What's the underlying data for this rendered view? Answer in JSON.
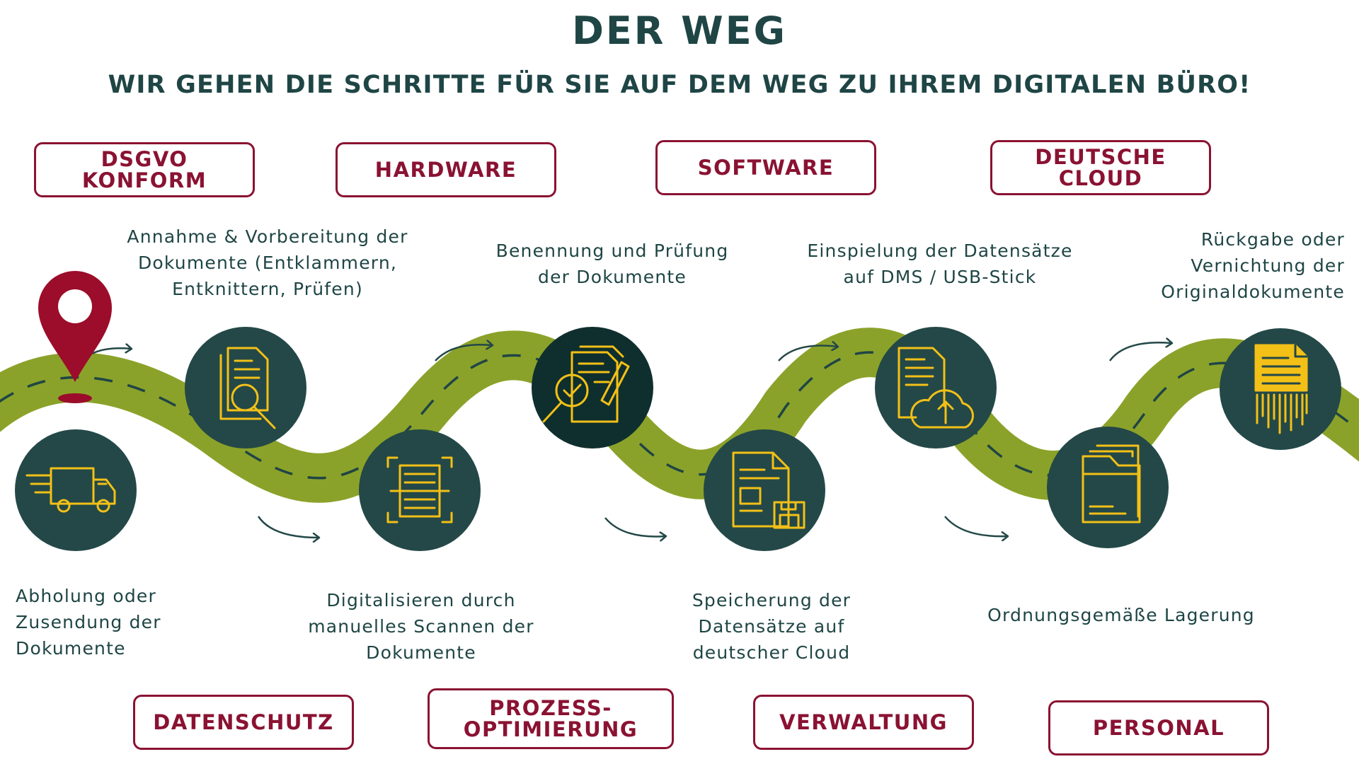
{
  "title": "DER WEG",
  "subtitle": "WIR GEHEN DIE SCHRITTE FÜR SIE AUF DEM WEG ZU IHREM DIGITALEN BÜRO!",
  "colors": {
    "road": "#8ba22a",
    "circle": "#234847",
    "icon": "#f3c017",
    "pin": "#9b0d2a",
    "tag_border": "#8a1232",
    "text": "#1f4545"
  },
  "top_tags": [
    "DSGVO KONFORM",
    "HARDWARE",
    "SOFTWARE",
    "DEUTSCHE CLOUD"
  ],
  "bottom_tags": [
    "DATENSCHUTZ",
    "PROZESS-\nOPTIMIERUNG",
    "VERWALTUNG",
    "PERSONAL"
  ],
  "steps": [
    {
      "text": "Abholung oder\nZusendung der\nDokumente",
      "icon": "truck-icon"
    },
    {
      "text": "Annahme & Vorbereitung der\nDokumente (Entklammern,\nEntknittern, Prüfen)",
      "icon": "document-search-icon"
    },
    {
      "text": "Digitalisieren durch\nmanuelles Scannen der\nDokumente",
      "icon": "scan-icon"
    },
    {
      "text": "Benennung und Prüfung\nder Dokumente",
      "icon": "document-check-icon"
    },
    {
      "text": "Speicherung der\nDatensätze auf\ndeutscher Cloud",
      "icon": "document-save-icon"
    },
    {
      "text": "Einspielung der Datensätze\nauf DMS / USB-Stick",
      "icon": "cloud-upload-icon"
    },
    {
      "text": "Ordnungsgemäße Lagerung",
      "icon": "folder-icon"
    },
    {
      "text": "Rückgabe oder\nVernichtung der\nOriginaldokumente",
      "icon": "shredder-icon"
    }
  ]
}
